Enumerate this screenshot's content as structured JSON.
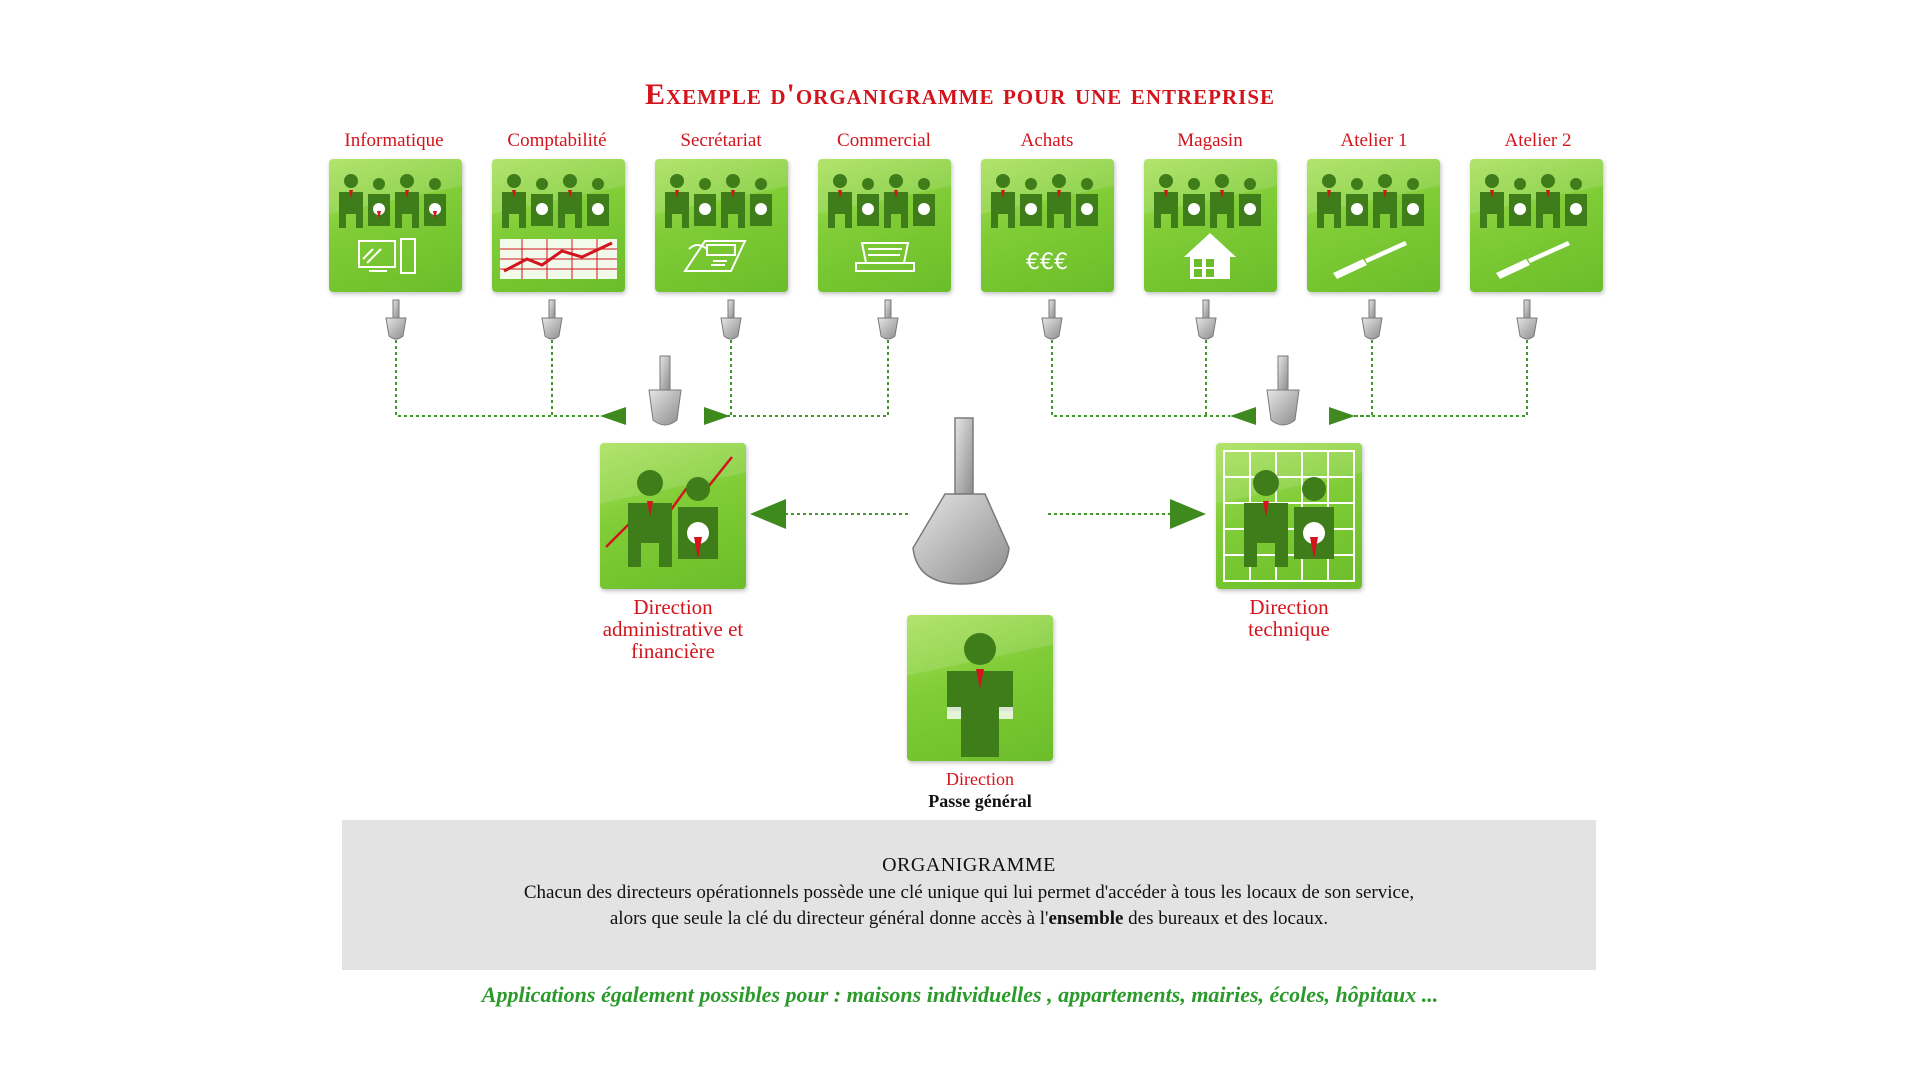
{
  "title": "Exemple d'organigramme pour une entreprise",
  "departments": [
    {
      "label": "Informatique",
      "icon": "computer-icon"
    },
    {
      "label": "Comptabilité",
      "icon": "spreadsheet-chart-icon"
    },
    {
      "label": "Secrétariat",
      "icon": "phone-fax-icon"
    },
    {
      "label": "Commercial",
      "icon": "laptop-case-icon"
    },
    {
      "label": "Achats",
      "icon": "euro-icon",
      "icon_text": "€€€"
    },
    {
      "label": "Magasin",
      "icon": "house-icon"
    },
    {
      "label": "Atelier 1",
      "icon": "screwdriver-icon"
    },
    {
      "label": "Atelier 2",
      "icon": "screwdriver-icon"
    }
  ],
  "directors": {
    "admin": {
      "line1": "Direction",
      "line2": "administrative et",
      "line3": "financière"
    },
    "tech": {
      "line1": "Direction",
      "line2": "technique"
    },
    "general": {
      "label": "Direction",
      "sublabel": "Passe général"
    }
  },
  "info": {
    "heading": "ORGANIGRAMME",
    "line1": "Chacun des directeurs opérationnels possède une clé unique qui lui permet d'accéder à tous les locaux de son service,",
    "line2_before": "alors que seule la clé du directeur général donne accès à l'",
    "line2_bold": "ensemble",
    "line2_after": " des bureaux et des locaux."
  },
  "footer": "Applications également possibles pour  : maisons individuelles , appartements, mairies, écoles, hôpitaux ...",
  "colors": {
    "accent_red": "#d2141c",
    "tile_green": "#7fcc36",
    "figure_green": "#3f7d1a",
    "footer_green": "#2a9a2a",
    "info_bg": "#e3e3e3"
  }
}
